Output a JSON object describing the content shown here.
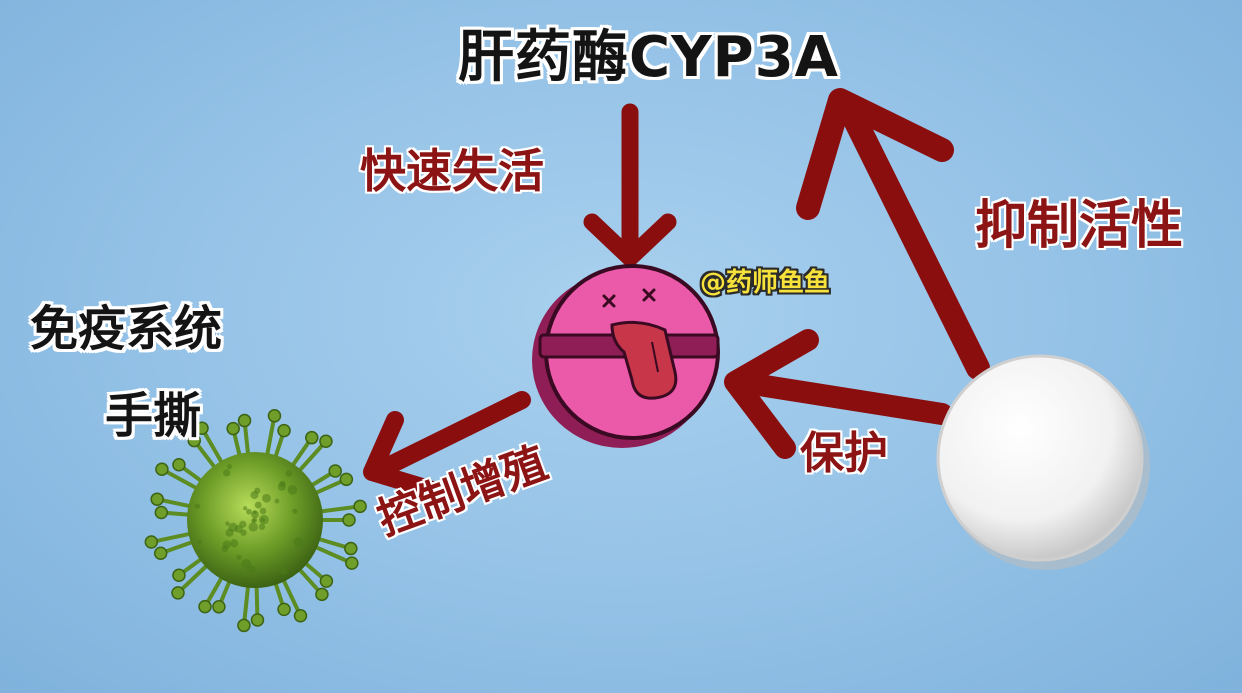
{
  "labels": {
    "enzyme": "肝药酶CYP3A",
    "rapid_inactivation": "快速失活",
    "inhibit_activity": "抑制活性",
    "immune_line1": "免疫系统",
    "immune_line2": "手撕",
    "protect": "保护",
    "control_proliferation": "控制增殖",
    "watermark": "@药师鱼鱼"
  },
  "colors": {
    "arrow": "#8a0e0e",
    "pill_pink": "#ea5aa8",
    "pill_dark": "#8e1e55",
    "virus_green": "#5c8c22",
    "background": "#93c1e6",
    "sphere": "#f5f5f5",
    "watermark": "#f6e23a"
  },
  "icons": {
    "pill": "pink-pill-character-icon",
    "virus": "green-virus-icon",
    "booster": "white-sphere-icon"
  }
}
